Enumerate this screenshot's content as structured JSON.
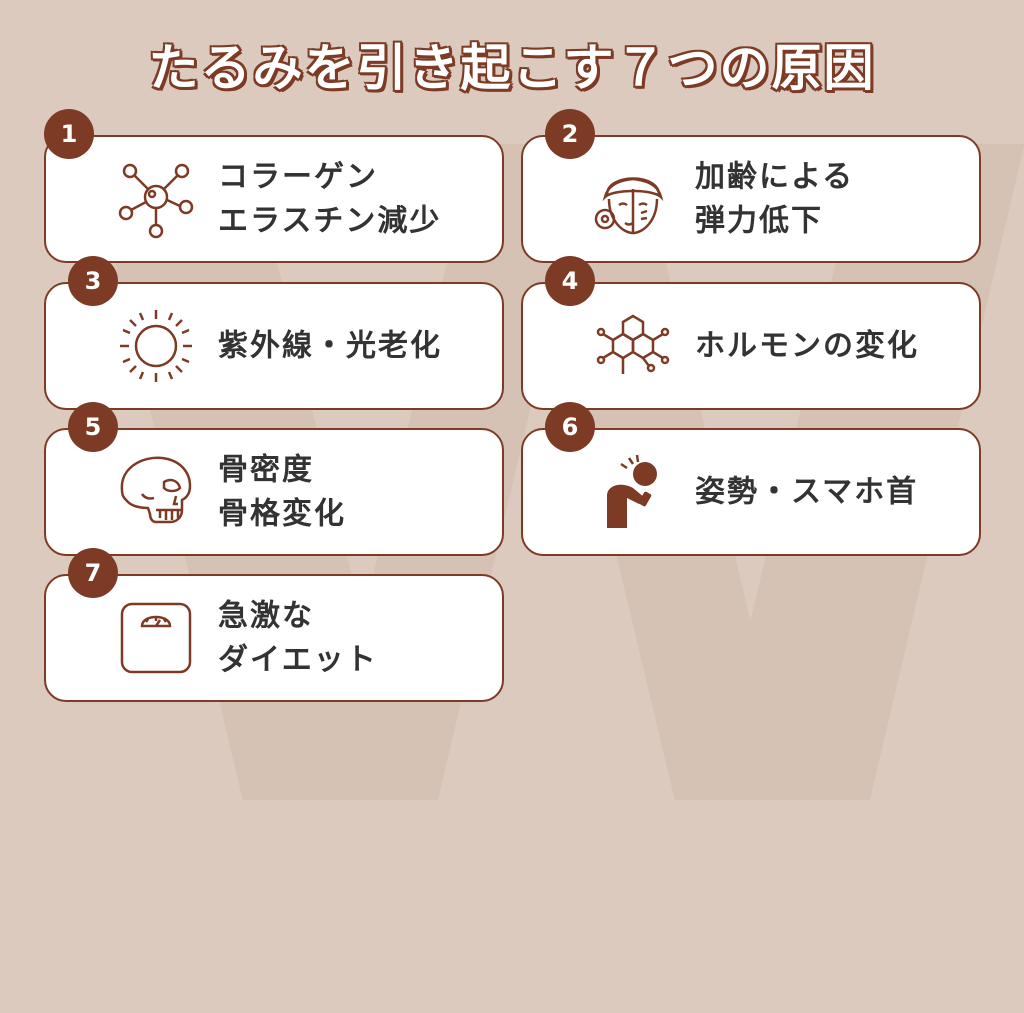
{
  "title": "たるみを引き起こす７つの原因",
  "causes": [
    {
      "number": "1",
      "line1": "コラーゲン",
      "line2": "エラスチン減少",
      "icon": "molecule-icon"
    },
    {
      "number": "2",
      "line1": "加齢による",
      "line2": "弾力低下",
      "icon": "aging-face-icon"
    },
    {
      "number": "3",
      "line1": "紫外線・光老化",
      "line2": "",
      "icon": "sun-icon"
    },
    {
      "number": "4",
      "line1": "ホルモンの変化",
      "line2": "",
      "icon": "hormone-molecule-icon"
    },
    {
      "number": "5",
      "line1": "骨密度",
      "line2": "骨格変化",
      "icon": "skull-icon"
    },
    {
      "number": "6",
      "line1": "姿勢・スマホ首",
      "line2": "",
      "icon": "smartphone-neck-icon"
    },
    {
      "number": "7",
      "line1": "急激な",
      "line2": "ダイエット",
      "icon": "scale-icon"
    }
  ],
  "colors": {
    "accent": "#7d3b26",
    "background": "#dccabe",
    "card": "#ffffff",
    "text": "#333333"
  }
}
